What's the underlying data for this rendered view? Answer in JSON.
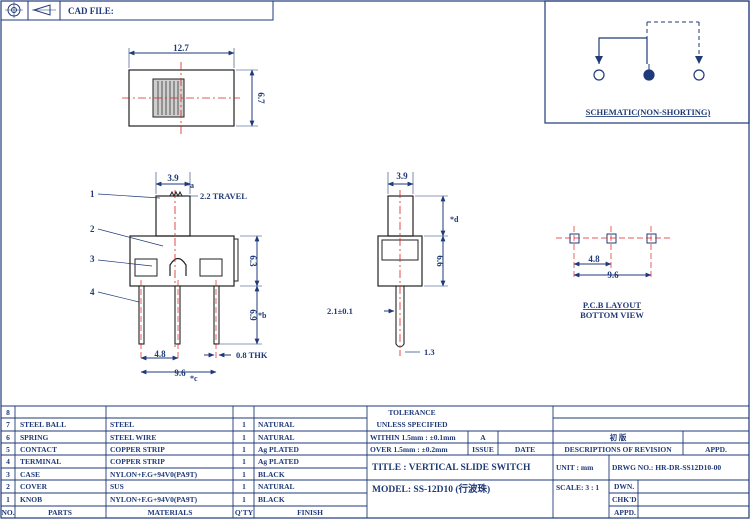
{
  "header": {
    "cad_file_label": "CAD FILE:"
  },
  "schematic": {
    "title": "SCHEMATIC(NON-SHORTING)"
  },
  "side_view": {
    "dim_width": "12.7",
    "dim_height": "6.7"
  },
  "front_view": {
    "dim_knob_width": "3.9",
    "travel_label": "2.2  TRAVEL",
    "note_a": "*a",
    "callouts": [
      "1",
      "2",
      "3",
      "4"
    ],
    "dim_body_height": "6.3",
    "dim_pin_length": "6.9",
    "note_b": "*b",
    "dim_pin_pitch": "4.8",
    "dim_thk": "0.8  THK",
    "dim_pin_span": "9.6",
    "note_c": "*c"
  },
  "end_view": {
    "dim_knob_width": "3.9",
    "note_d": "*d",
    "dim_body_height": "6.6",
    "dim_pin_width": "2.1±0.1",
    "dim_pin_tip": "1.3"
  },
  "pcb_layout": {
    "dim_pitch": "4.8",
    "dim_span": "9.6",
    "title_line1": "P.C.B LAYOUT",
    "title_line2": "BOTTOM  VIEW"
  },
  "parts_table": {
    "rows": [
      {
        "no": "8",
        "part": "",
        "material": "",
        "qty": "",
        "finish": ""
      },
      {
        "no": "7",
        "part": "STEEL BALL",
        "material": "STEEL",
        "qty": "1",
        "finish": "NATURAL"
      },
      {
        "no": "6",
        "part": "SPRING",
        "material": "STEEL WIRE",
        "qty": "1",
        "finish": "NATURAL"
      },
      {
        "no": "5",
        "part": "CONTACT",
        "material": "COPPER STRIP",
        "qty": "1",
        "finish": "Ag  PLATED"
      },
      {
        "no": "4",
        "part": "TERMINAL",
        "material": "COPPER STRIP",
        "qty": "1",
        "finish": "Ag  PLATED"
      },
      {
        "no": "3",
        "part": "CASE",
        "material": "NYLON+F.G+94V0(PA9T)",
        "qty": "1",
        "finish": "BLACK"
      },
      {
        "no": "2",
        "part": "COVER",
        "material": "SUS",
        "qty": "1",
        "finish": "NATURAL"
      },
      {
        "no": "1",
        "part": "KNOB",
        "material": "NYLON+F.G+94V0(PA9T)",
        "qty": "1",
        "finish": "BLACK"
      }
    ],
    "headers": {
      "no": "NO.",
      "part": "PARTS",
      "material": "MATERIALS",
      "qty": "Q'TY",
      "finish": "FINISH"
    }
  },
  "tolerance": {
    "title1": "TOLERANCE",
    "title2": "UNLESS   SPECIFIED",
    "line1": "WITHIN 1.5mm : ±0.1mm",
    "line2": "OVER 1.5mm : ±0.2mm"
  },
  "revision": {
    "rev_a": "A",
    "issue_label": "ISSUE",
    "date_label": "DATE",
    "desc_label": "DESCRIPTIONS  OF  REVISION",
    "appd_label": "APPD.",
    "first_issue": "初 版"
  },
  "title_block": {
    "title": "TITLE :  VERTICAL  SLIDE  SWITCH",
    "model": "MODEL:  SS-12D10 (行波珠)",
    "unit": "UNIT :   mm",
    "drwg_no": "DRWG NO.: HR-DR-SS12D10-00",
    "scale": "SCALE:  3 : 1",
    "dwn": "DWN.",
    "chkd": "CHK'D",
    "appd": "APPD."
  }
}
